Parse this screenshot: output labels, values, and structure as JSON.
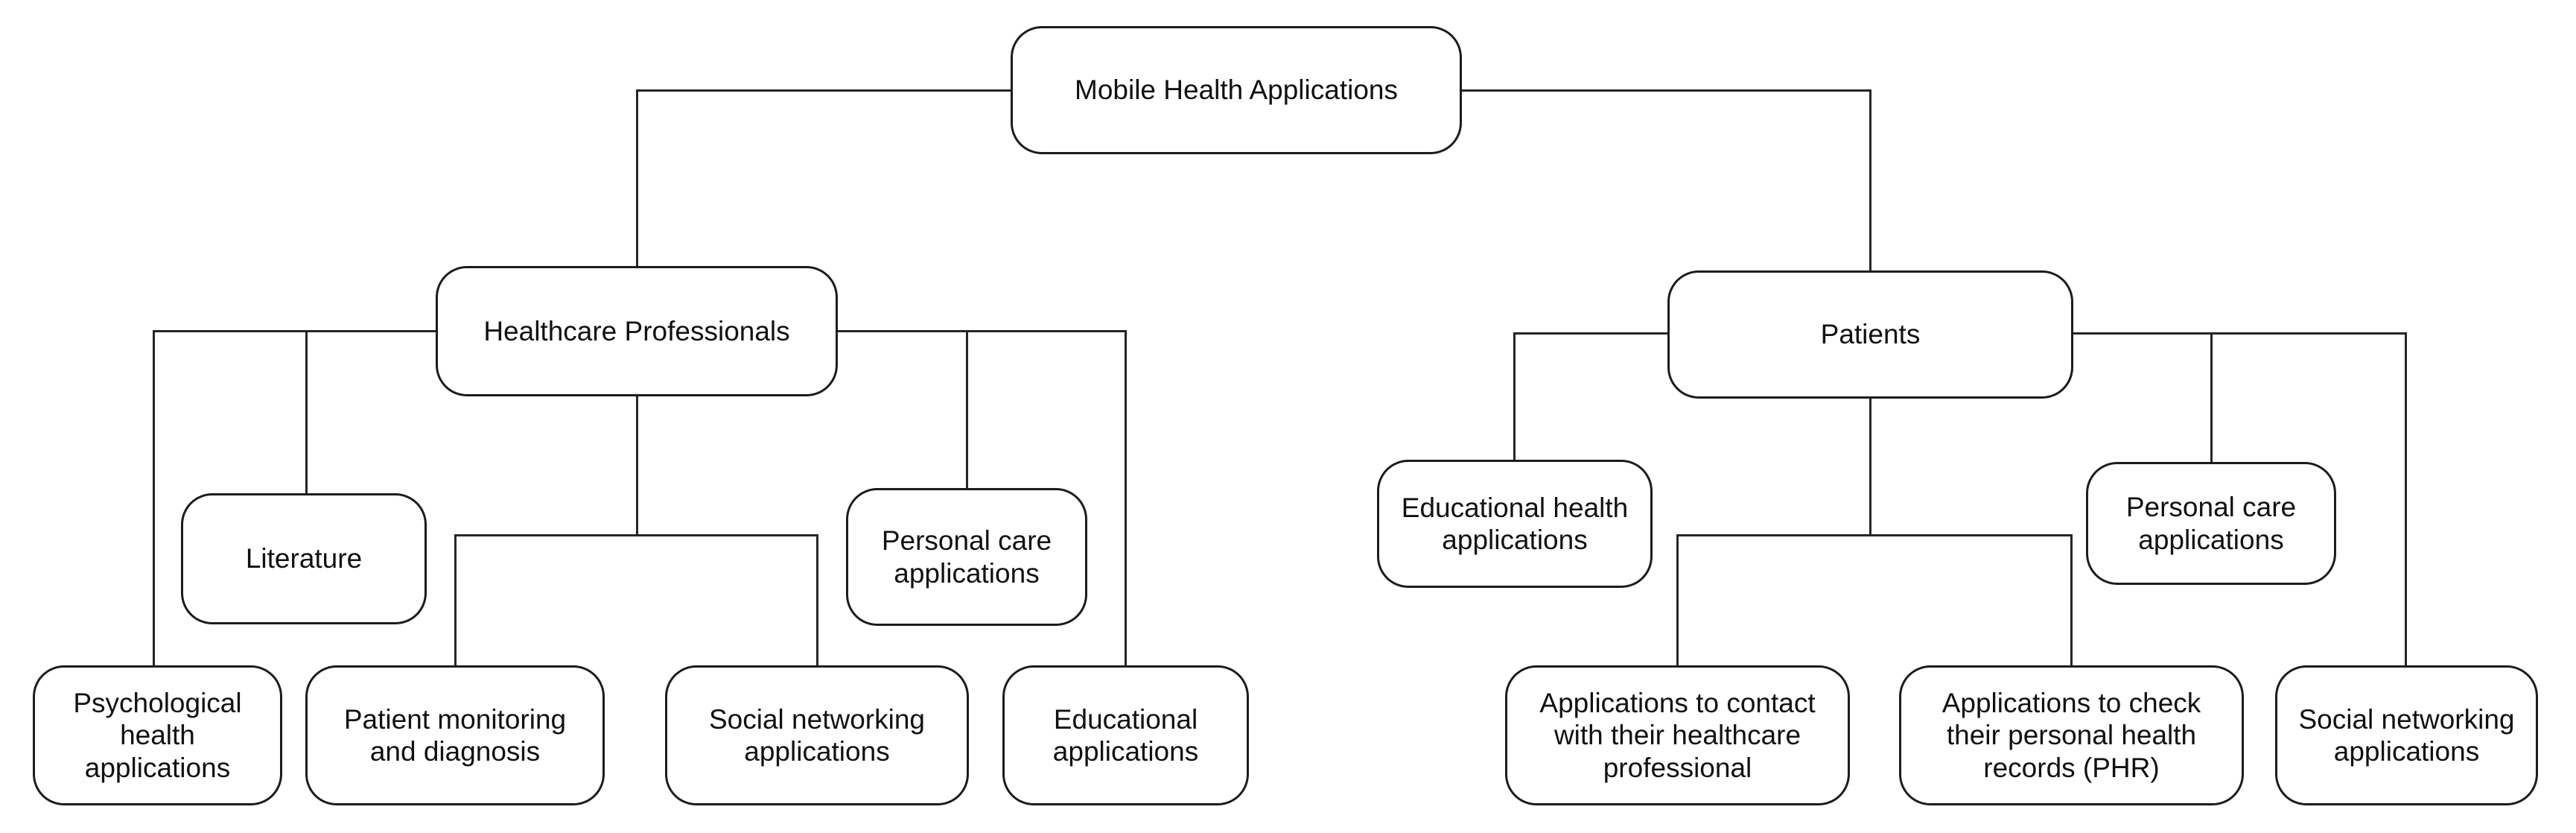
{
  "diagram": {
    "title": "Mobile Health Applications taxonomy tree",
    "background_color": "#ffffff",
    "line_color": "#262626",
    "box_border_color": "#1c1c1c",
    "box_fill_color": "#ffffff",
    "nodes": {
      "root": {
        "label": "Mobile Health Applications"
      },
      "healthcare_professionals": {
        "label": "Healthcare Professionals"
      },
      "patients": {
        "label": "Patients"
      },
      "literature": {
        "label": "Literature"
      },
      "personal_care_left": {
        "label": "Personal care\napplications"
      },
      "psychological": {
        "label": "Psychological\nhealth\napplications"
      },
      "patient_monitoring": {
        "label": "Patient monitoring\nand diagnosis"
      },
      "social_networking_left": {
        "label": "Social networking\napplications"
      },
      "educational_apps": {
        "label": "Educational\napplications"
      },
      "educational_health": {
        "label": "Educational health\napplications"
      },
      "personal_care_right": {
        "label": "Personal care\napplications"
      },
      "apps_contact": {
        "label": "Applications to contact\nwith their healthcare\nprofessional"
      },
      "apps_check": {
        "label": "Applications to check\ntheir personal health\nrecords (PHR)"
      },
      "social_networking_right": {
        "label": "Social networking\napplications"
      }
    },
    "edges": [
      [
        "Mobile Health Applications",
        "Healthcare Professionals"
      ],
      [
        "Mobile Health Applications",
        "Patients"
      ],
      [
        "Healthcare Professionals",
        "Psychological health applications"
      ],
      [
        "Healthcare Professionals",
        "Literature"
      ],
      [
        "Healthcare Professionals",
        "Patient monitoring and diagnosis"
      ],
      [
        "Healthcare Professionals",
        "Social networking applications"
      ],
      [
        "Healthcare Professionals",
        "Personal care applications"
      ],
      [
        "Healthcare Professionals",
        "Educational applications"
      ],
      [
        "Patients",
        "Educational health applications"
      ],
      [
        "Patients",
        "Applications to contact with their healthcare professional"
      ],
      [
        "Patients",
        "Applications to check their personal health records (PHR)"
      ],
      [
        "Patients",
        "Personal care applications"
      ],
      [
        "Patients",
        "Social networking applications"
      ]
    ]
  }
}
